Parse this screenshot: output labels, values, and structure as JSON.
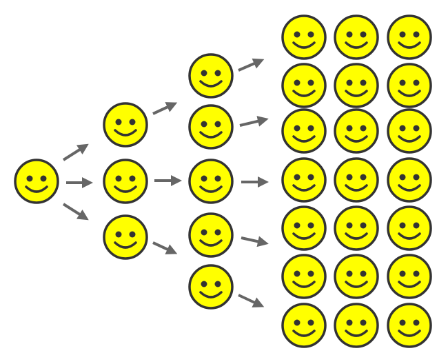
{
  "diagram": {
    "type": "branching-growth",
    "generations": [
      1,
      3,
      5,
      21
    ],
    "node_icon": "smiley-face-icon",
    "connector_icon": "arrow-icon",
    "colors": {
      "face_fill": "#ffff00",
      "face_outline": "#333333",
      "features": "#333333",
      "arrow": "#666666",
      "background": "#ffffff"
    }
  }
}
